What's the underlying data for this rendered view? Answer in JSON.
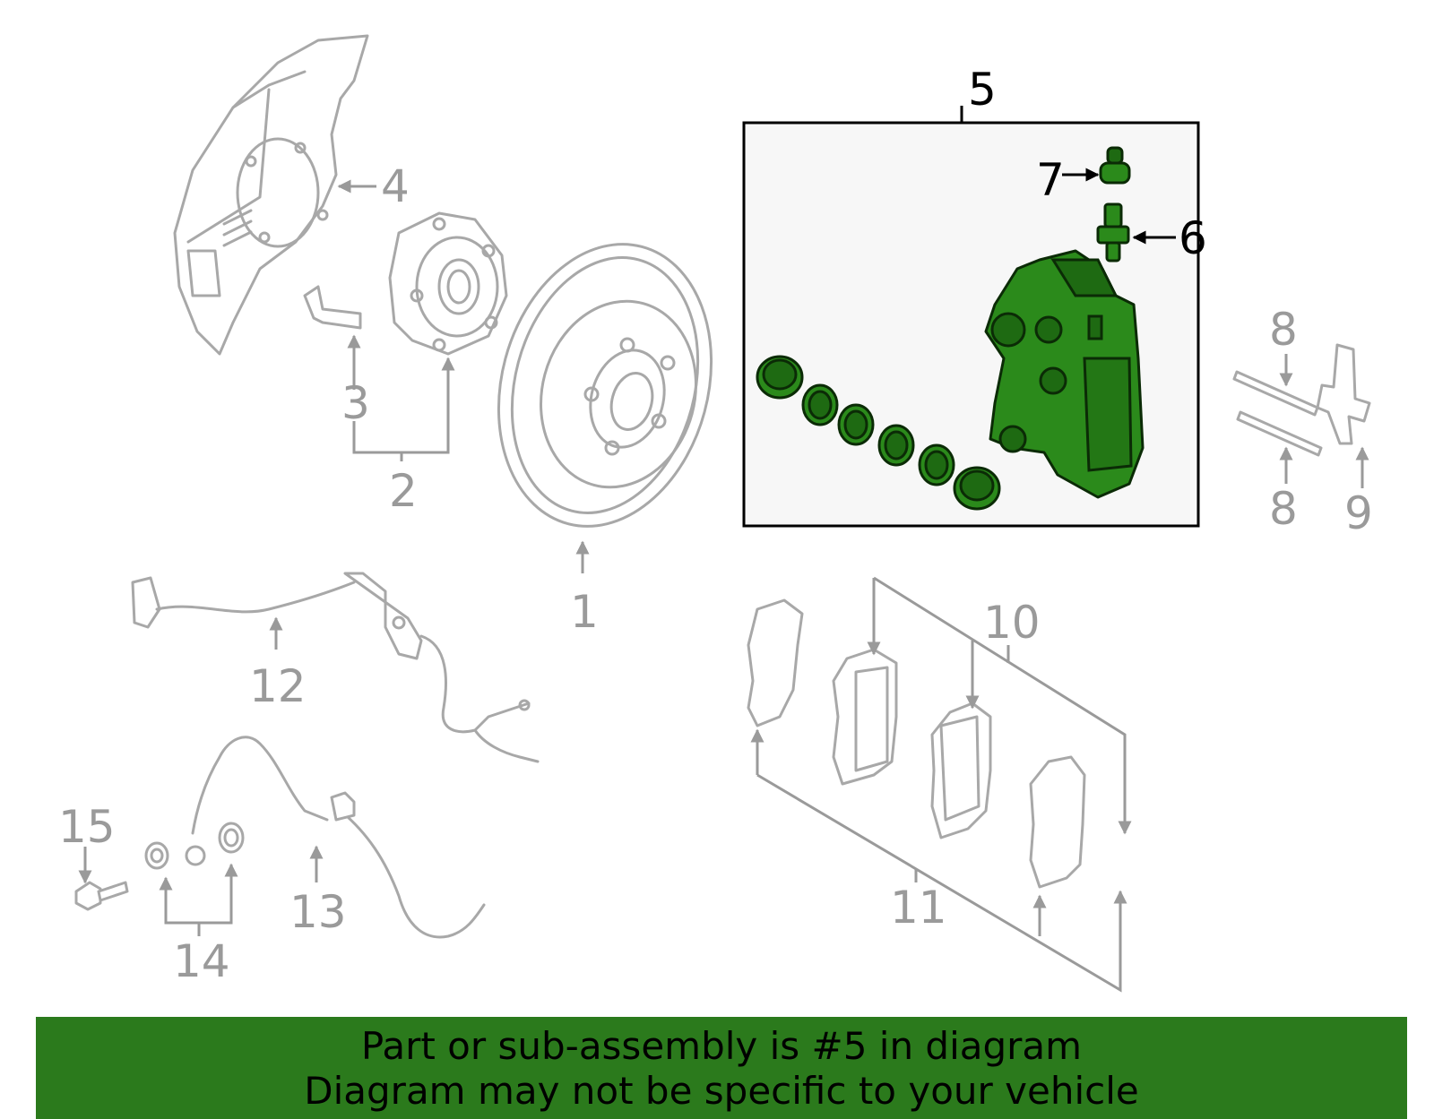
{
  "callouts": {
    "c1": "1",
    "c2": "2",
    "c3": "3",
    "c4": "4",
    "c5": "5",
    "c6": "6",
    "c7": "7",
    "c8a": "8",
    "c8b": "8",
    "c9": "9",
    "c10": "10",
    "c11": "11",
    "c12": "12",
    "c13": "13",
    "c14": "14",
    "c15": "15"
  },
  "footer": {
    "line1": "Part or sub-assembly is #5 in diagram",
    "line2": "Diagram may not be specific to your vehicle"
  },
  "colors": {
    "highlight": "#2b8a1b",
    "banner": "#2b7a1c",
    "parts_outline": "#a8a8a8"
  }
}
